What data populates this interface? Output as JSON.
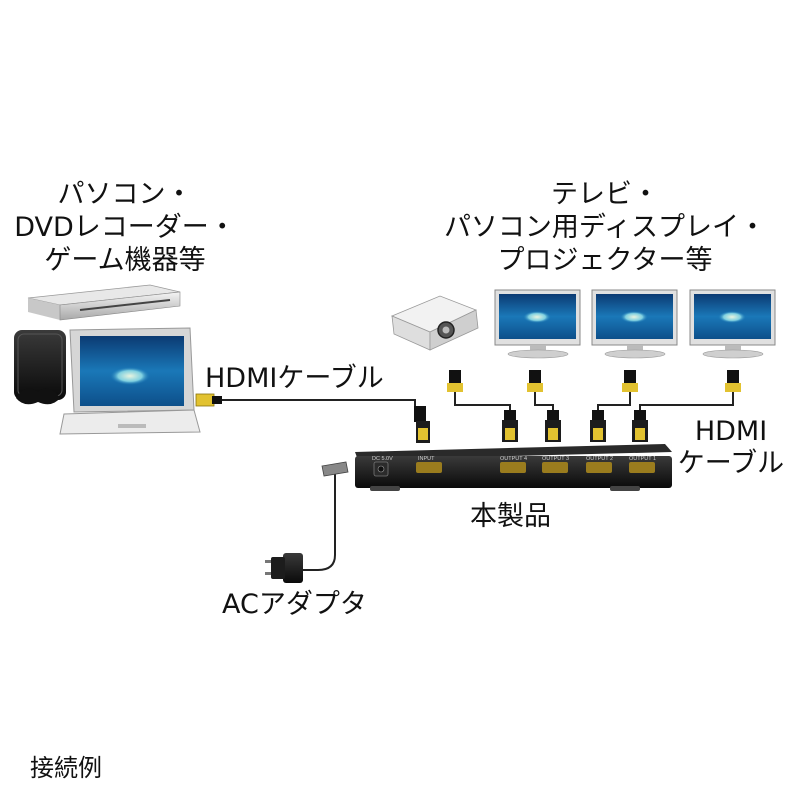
{
  "source_label": [
    "パソコン・",
    "DVDレコーダー・",
    "ゲーム機器等"
  ],
  "destination_label": [
    "テレビ・",
    "パソコン用ディスプレイ・",
    "プロジェクター等"
  ],
  "cable_label_left": "HDMIケーブル",
  "cable_label_right": [
    "HDMI",
    "ケーブル"
  ],
  "product_label": "本製品",
  "adapter_label": "ACアダプタ",
  "caption": "接続例",
  "port_labels": [
    "INPUT",
    "OUTPUT 4",
    "OUTPUT 3",
    "OUTPUT 2",
    "OUTPUT 1"
  ],
  "power_label": "DC 5.0V",
  "colors": {
    "cable": "#222222",
    "connector_gold": "#e2c230",
    "device_body": "#1c1c1c",
    "screen_sea": "#1a78b8"
  }
}
